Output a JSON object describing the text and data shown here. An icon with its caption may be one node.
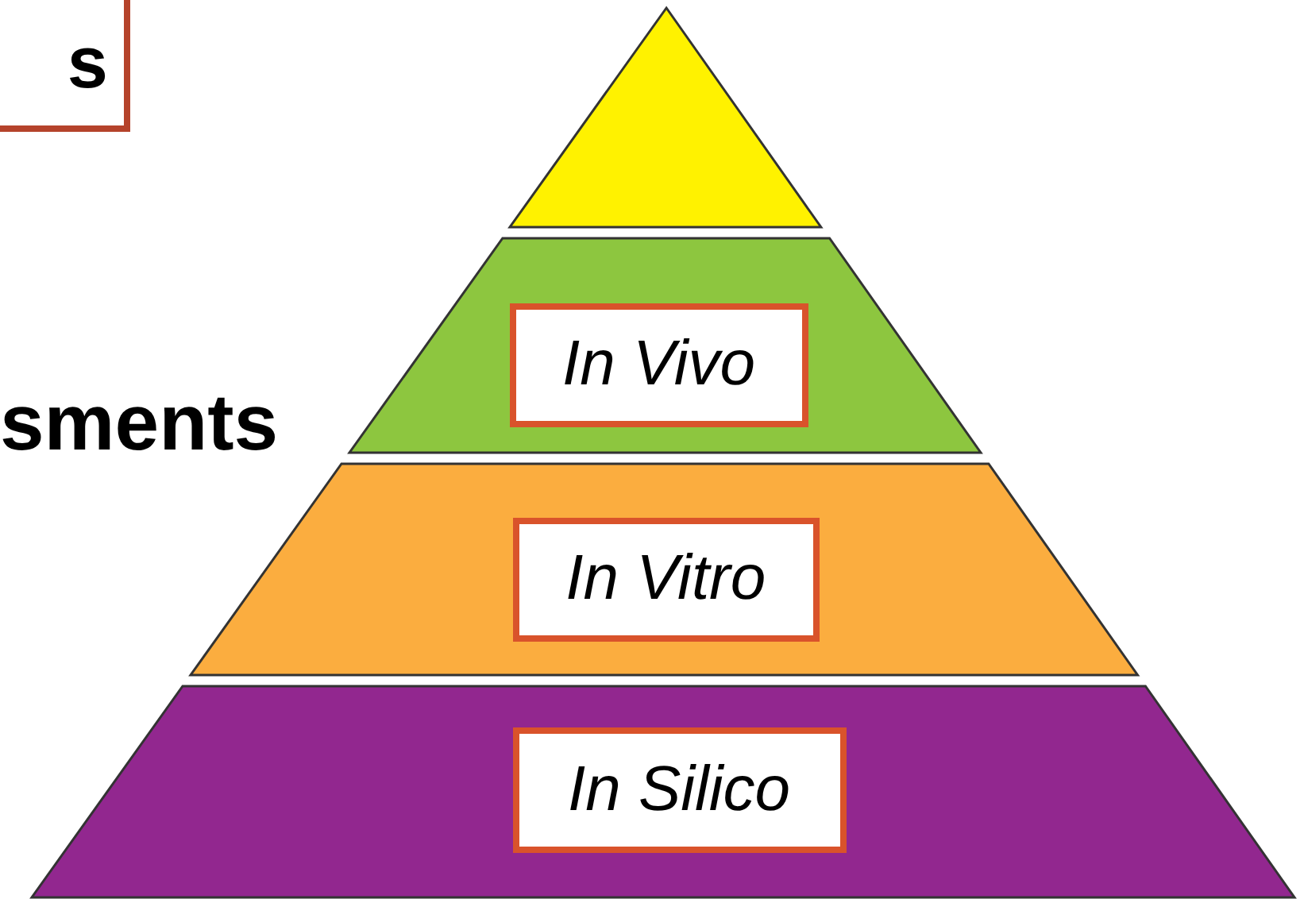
{
  "diagram": {
    "nodes": [
      {
        "text": [
          "s"
        ]
      },
      {
        "text": [],
        "shape": "triangle"
      },
      {
        "text": [],
        "shape": "band"
      },
      {
        "text": [
          "In Vivo"
        ],
        "in": 2
      },
      {
        "text": [],
        "shape": "band"
      },
      {
        "text": [
          "In Vitro"
        ],
        "in": 4
      },
      {
        "text": [],
        "shape": "band"
      },
      {
        "text": [
          "In Silico"
        ],
        "in": 6
      }
    ],
    "edges": [],
    "labels": [
      "sments"
    ]
  }
}
